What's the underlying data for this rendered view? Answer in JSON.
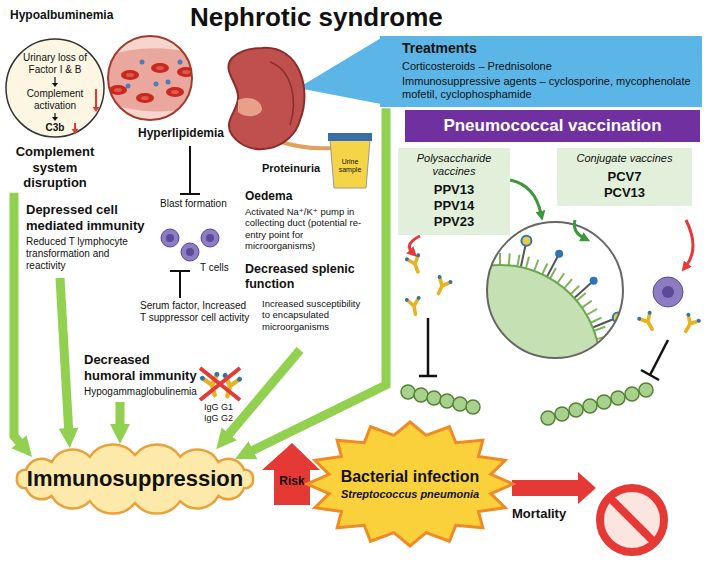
{
  "diagram": {
    "title": "Nephrotic syndrome",
    "nodes": [
      {
        "text": [
          "Urinary loss of Factor I & B",
          "Complement activation",
          "C3b",
          "Complement system disruption"
        ]
      },
      {
        "text": [
          "Treatments",
          "Corticosteroids – Prednisolone",
          "Immunosuppressive agents – cyclosporine, mycophenolate mofetil, cyclophosphamide"
        ]
      },
      {
        "text": [
          "Pneumococcal vaccination"
        ]
      },
      {
        "text": [
          "Polysaccharide vaccines",
          "PPV13 PPV14 PPV23"
        ]
      },
      {
        "text": [
          "Conjugate vaccines",
          "PCV7 PCV13"
        ]
      },
      {
        "text": [
          "Immunosuppression"
        ]
      },
      {
        "text": [
          "Bacterial infection",
          "Streptococcus pneumonia"
        ]
      }
    ],
    "edges": [
      {
        "from": 0,
        "to": 5,
        "arrow": "to"
      },
      {
        "from": 1,
        "to": 5,
        "arrow": "to"
      }
    ],
    "labels": [
      "Hypoalbuminemia",
      "Hyperlipidemia",
      "Proteinuria",
      "Urine sample",
      "Blast formation",
      "Depressed cell mediated immunity",
      "Reduced T lymphocyte transformation and reactivity",
      "T cells",
      "Serum factor, Increased T suppressor cell activity",
      "Oedema",
      "Activated Na⁺/K⁺ pump in collecting duct (potential re-entry point for microorganisms)",
      "Decreased splenic function",
      "Increased susceptibility to encapsulated microorganisms",
      "Decreased humoral immunity",
      "Hypogammaglobulinemia",
      "IgG G1",
      "IgG G2",
      "Risk",
      "Mortality"
    ]
  }
}
